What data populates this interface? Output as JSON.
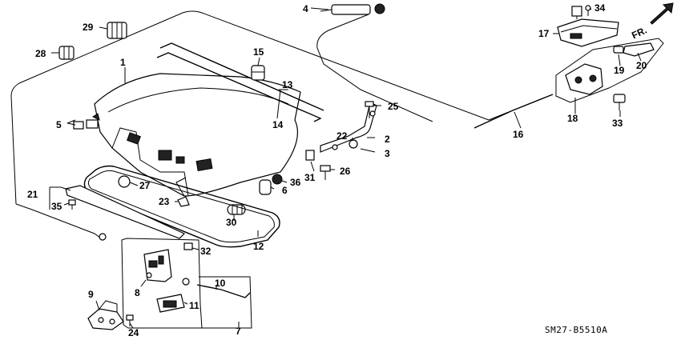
{
  "diagram": {
    "code": "SM27-B5510A",
    "direction_label": "FR.",
    "callouts": [
      "1",
      "2",
      "3",
      "4",
      "5",
      "6",
      "7",
      "8",
      "9",
      "10",
      "11",
      "12",
      "13",
      "14",
      "15",
      "16",
      "17",
      "18",
      "19",
      "20",
      "21",
      "22",
      "23",
      "24",
      "25",
      "26",
      "27",
      "28",
      "29",
      "30",
      "31",
      "32",
      "33",
      "34",
      "35",
      "36"
    ]
  }
}
